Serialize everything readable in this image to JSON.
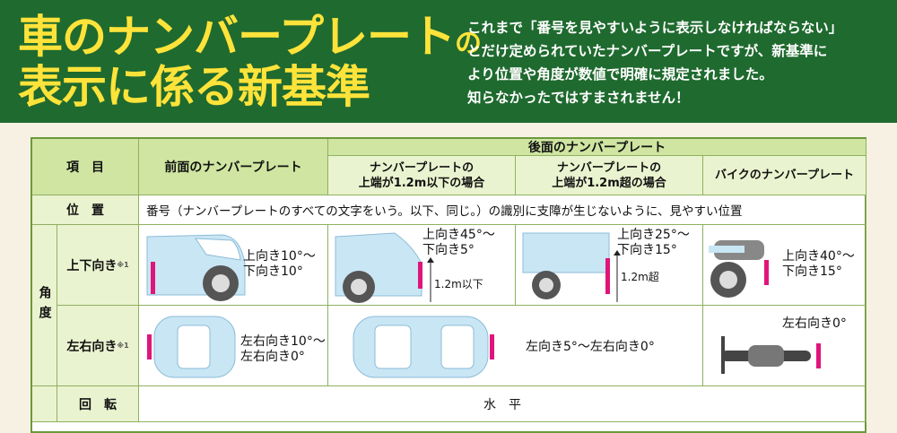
{
  "header": {
    "title_line1": "車のナンバープレート",
    "title_no": "の",
    "title_line2": "表示に係る新基準",
    "description": [
      "これまで「番号を見やすいように表示しなければならない」",
      "とだけ定められていたナンバープレートですが、新基準に",
      "より位置や角度が数値で明確に規定されました。",
      "知らなかったではすまされません！"
    ]
  },
  "table": {
    "item_header": "項　目",
    "front_header": "前面のナンバープレート",
    "rear_header": "後面のナンバープレート",
    "rear_low_header": [
      "ナンバープレートの",
      "上端が1.2m以下の場合"
    ],
    "rear_high_header": [
      "ナンバープレートの",
      "上端が1.2m超の場合"
    ],
    "bike_header": "バイクのナンバープレート",
    "position_label": "位　置",
    "position_text": "番号（ナンバープレートのすべての文字をいう。以下、同じ。）の識別に支障が生じないように、見やすい位置",
    "angle_label": "角度",
    "vertical_label": "上下向き",
    "vertical_note": "※1",
    "horizontal_label": "左右向き",
    "horizontal_note": "※1",
    "rotation_label": "回　転",
    "rotation_text": "水　平",
    "front_vertical": [
      "上向き10°～",
      "下向き10°"
    ],
    "rear_low_vertical": [
      "上向き45°～",
      "下向き5°"
    ],
    "rear_low_height": "1.2m以下",
    "rear_high_vertical": [
      "上向き25°～",
      "下向き15°"
    ],
    "rear_high_height": "1.2m超",
    "bike_vertical": [
      "上向き40°～",
      "下向き15°"
    ],
    "front_horizontal": [
      "左右向き10°～",
      "左右向き0°"
    ],
    "rear_horizontal": "左向き5°～左右向き0°",
    "bike_horizontal": "左右向き0°"
  },
  "colors": {
    "header_bg": "#1f6a2f",
    "title": "#ffe33a",
    "table_header": "#cfe5a1",
    "table_sub": "#eaf3cf",
    "plate_marker": "#e0157a",
    "car_body": "#c9e6f5"
  }
}
